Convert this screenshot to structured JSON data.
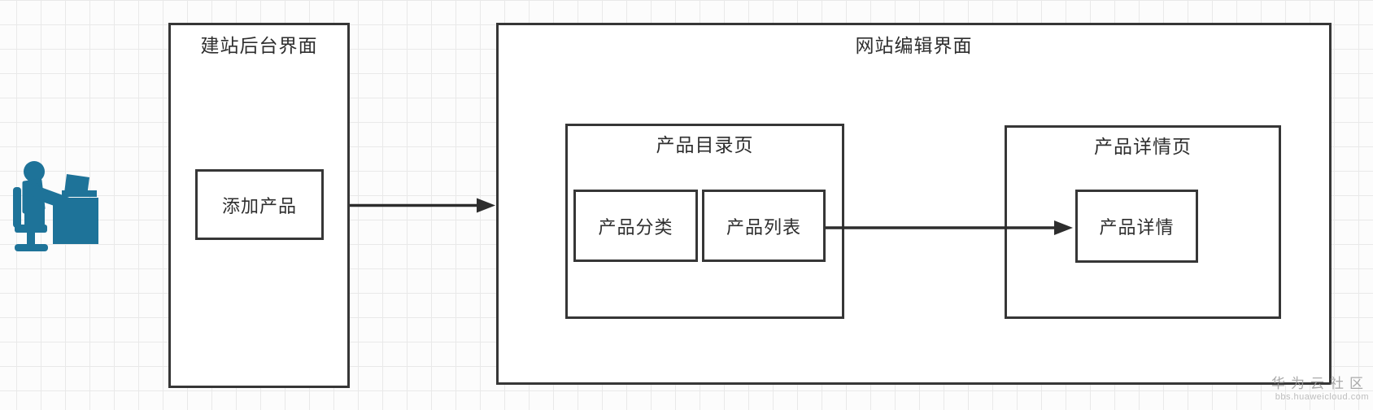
{
  "backend_panel": {
    "title": "建站后台界面",
    "add_product": "添加产品"
  },
  "editor_panel": {
    "title": "网站编辑界面"
  },
  "catalog_page": {
    "title": "产品目录页",
    "category": "产品分类",
    "list": "产品列表"
  },
  "detail_page": {
    "title": "产品详情页",
    "detail": "产品详情"
  },
  "watermark": {
    "community": "华为云社区",
    "site": "bbs.huaweicloud.com"
  },
  "icons": {
    "actor": "person-at-desk-icon"
  },
  "colors": {
    "actor": "#1e7399",
    "border": "#363636",
    "arrow": "#2d2d2d",
    "grid": "#e9e9e9",
    "background": "#fcfcfc",
    "text": "#2e2e2e",
    "watermark": "#9c9c9c"
  }
}
